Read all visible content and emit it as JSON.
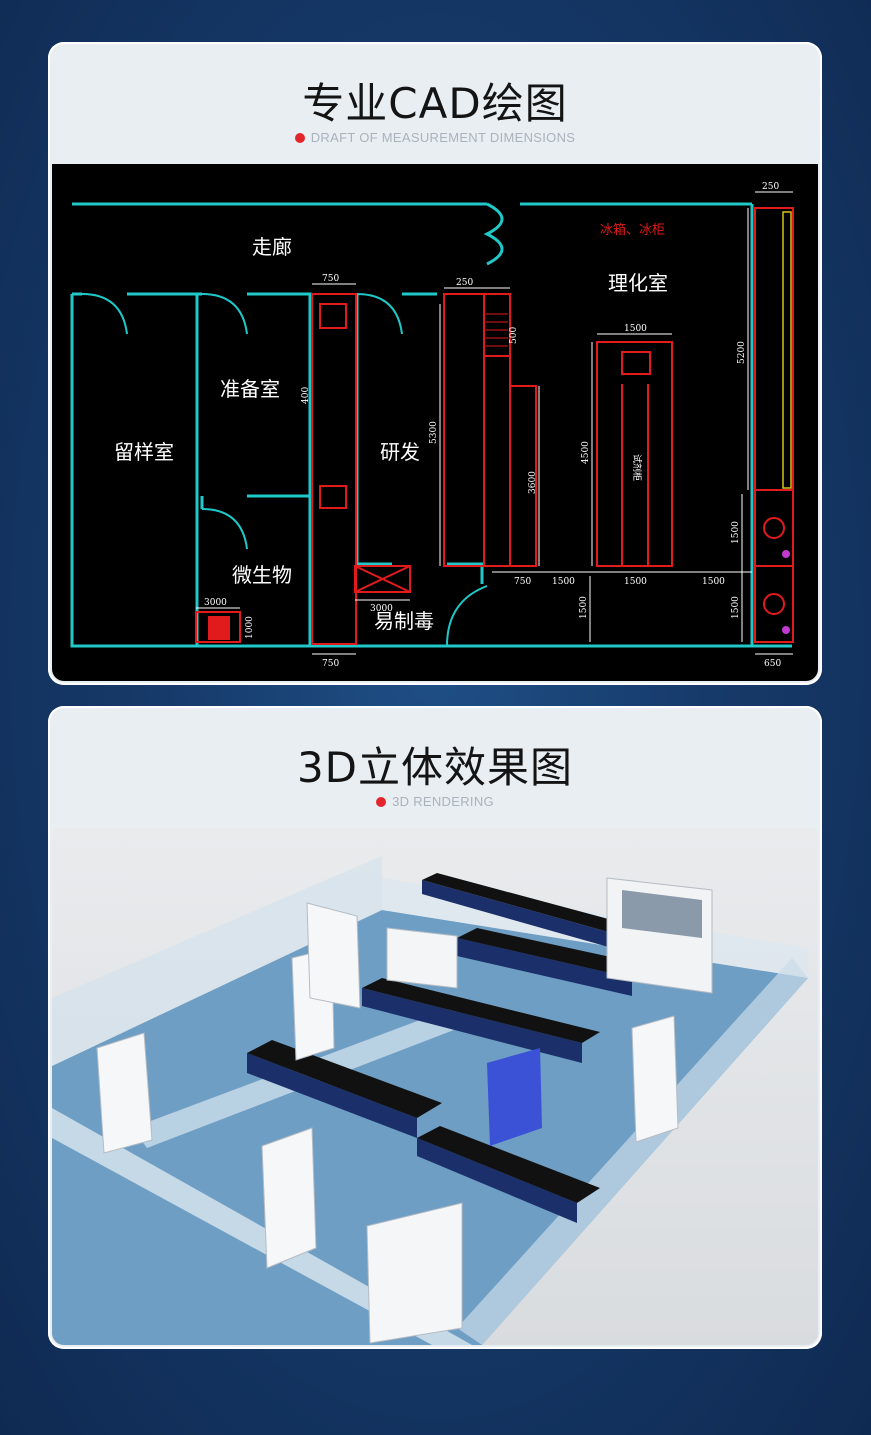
{
  "cad_card": {
    "title": "专业CAD绘图",
    "subtitle": "DRAFT OF MEASUREMENT DIMENSIONS",
    "rooms": {
      "corridor": "走廊",
      "prep": "准备室",
      "sample": "留样室",
      "research": "研发",
      "micro": "微生物",
      "easy_drug": "易制毒",
      "physchem": "理化室",
      "fridge": "冰箱、冰柜",
      "reagent": "试剂柜"
    },
    "dims": [
      "250",
      "750",
      "250",
      "500",
      "400",
      "3000",
      "5300",
      "3600",
      "4500",
      "1500",
      "5200",
      "1500",
      "750",
      "1500",
      "1500",
      "1500",
      "1500",
      "1500",
      "3000",
      "1000",
      "750",
      "650"
    ]
  },
  "render_card": {
    "title": "3D立体效果图",
    "subtitle": "3D RENDERING"
  },
  "colors": {
    "accent": "#e3262c",
    "cad_wall": "#1fc9c9",
    "cad_red": "#e11b1b",
    "floor": "#6e9ec4"
  }
}
